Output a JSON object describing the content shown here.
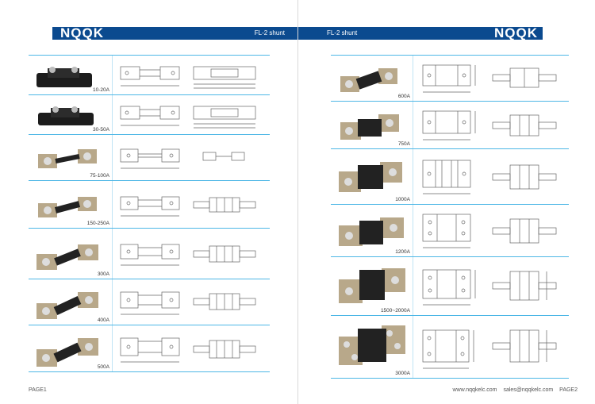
{
  "brand": "NQQK",
  "title": "FL-2 shunt",
  "left_page": {
    "footer": "PAGE1",
    "ratings": [
      "10-20A",
      "30-50A",
      "75-100A",
      "150-250A",
      "300A",
      "400A",
      "500A"
    ]
  },
  "right_page": {
    "footer_web": "www.nqqkelc.com",
    "footer_mail": "sales@nqqkelc.com",
    "footer_page": "PAGE2",
    "ratings": [
      "600A",
      "750A",
      "1000A",
      "1200A",
      "1500~2000A",
      "3000A"
    ]
  },
  "colors": {
    "banner": "#0b4a8f",
    "rule": "#4db7e6",
    "brass": "#b8a88a",
    "resistor": "#1c1c1c"
  }
}
